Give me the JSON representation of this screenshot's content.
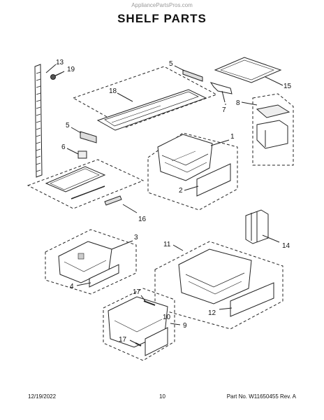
{
  "watermark": "AppliancePartsPros.com",
  "title": "SHELF PARTS",
  "callouts": {
    "c1": "1",
    "c2": "2",
    "c3": "3",
    "c4": "4",
    "c5a": "5",
    "c5b": "5",
    "c6": "6",
    "c7": "7",
    "c8": "8",
    "c9": "9",
    "c10": "10",
    "c11": "11",
    "c12": "12",
    "c13": "13",
    "c14": "14",
    "c15": "15",
    "c16": "16",
    "c17a": "17",
    "c17b": "17",
    "c18": "18",
    "c19": "19"
  },
  "footer": {
    "date": "12/19/2022",
    "page": "10",
    "part": "Part No. W11650455  Rev. A"
  }
}
